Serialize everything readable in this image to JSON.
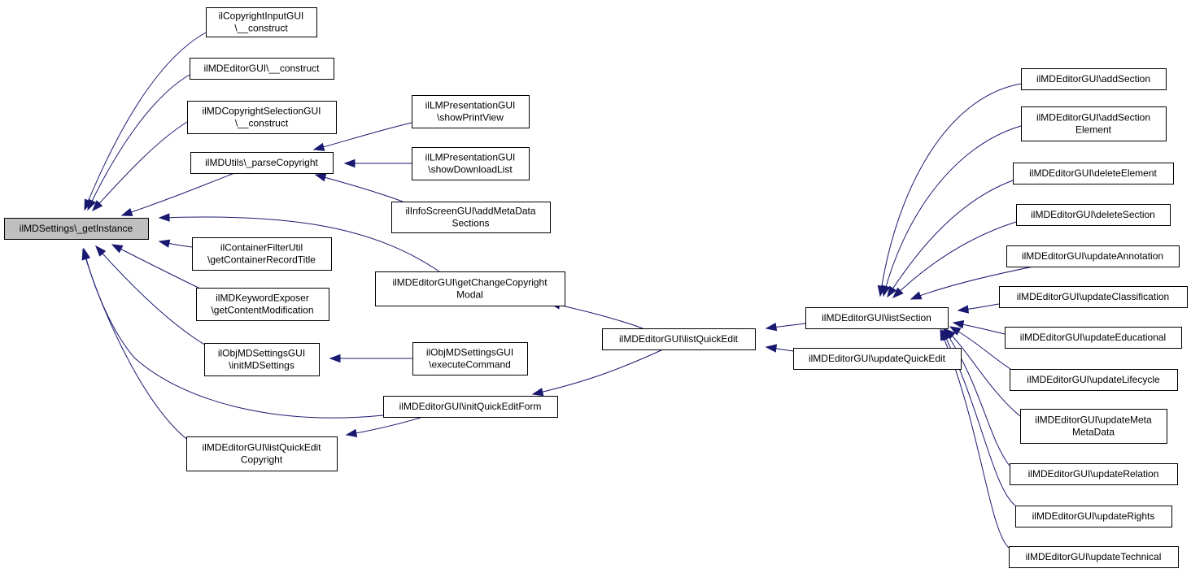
{
  "diagram": {
    "type": "caller-graph",
    "colors": {
      "edge": "#191970",
      "root_fill": "#bfbfbf",
      "node_fill": "#ffffff",
      "node_border": "#000000"
    },
    "nodes": [
      {
        "id": "getInstance",
        "lines": [
          "ilMDSettings\\_getInstance"
        ],
        "root": true
      },
      {
        "id": "copyrightInput",
        "lines": [
          "ilCopyrightInputGUI",
          "\\__construct"
        ]
      },
      {
        "id": "mdEditorConstruct",
        "lines": [
          "ilMDEditorGUI\\__construct"
        ]
      },
      {
        "id": "copyrightSelection",
        "lines": [
          "ilMDCopyrightSelectionGUI",
          "\\__construct"
        ]
      },
      {
        "id": "parseCopyright",
        "lines": [
          "ilMDUtils\\_parseCopyright"
        ]
      },
      {
        "id": "containerFilter",
        "lines": [
          "ilContainerFilterUtil",
          "\\getContainerRecordTitle"
        ]
      },
      {
        "id": "keywordExposer",
        "lines": [
          "ilMDKeywordExposer",
          "\\getContentModification"
        ]
      },
      {
        "id": "objInitMD",
        "lines": [
          "ilObjMDSettingsGUI",
          "\\initMDSettings"
        ]
      },
      {
        "id": "listQuickEditCopyright",
        "lines": [
          "ilMDEditorGUI\\listQuickEdit",
          "Copyright"
        ]
      },
      {
        "id": "showPrintView",
        "lines": [
          "ilLMPresentationGUI",
          "\\showPrintView"
        ]
      },
      {
        "id": "showDownloadList",
        "lines": [
          "ilLMPresentationGUI",
          "\\showDownloadList"
        ]
      },
      {
        "id": "infoScreen",
        "lines": [
          "ilInfoScreenGUI\\addMetaData",
          "Sections"
        ]
      },
      {
        "id": "changeCopyrightModal",
        "lines": [
          "ilMDEditorGUI\\getChangeCopyright",
          "Modal"
        ]
      },
      {
        "id": "executeCommand",
        "lines": [
          "ilObjMDSettingsGUI",
          "\\executeCommand"
        ]
      },
      {
        "id": "initQuickEditForm",
        "lines": [
          "ilMDEditorGUI\\initQuickEditForm"
        ]
      },
      {
        "id": "listQuickEdit",
        "lines": [
          "ilMDEditorGUI\\listQuickEdit"
        ]
      },
      {
        "id": "listSection",
        "lines": [
          "ilMDEditorGUI\\listSection"
        ]
      },
      {
        "id": "updateQuickEdit",
        "lines": [
          "ilMDEditorGUI\\updateQuickEdit"
        ]
      },
      {
        "id": "addSection",
        "lines": [
          "ilMDEditorGUI\\addSection"
        ]
      },
      {
        "id": "addSectionElement",
        "lines": [
          "ilMDEditorGUI\\addSection",
          "Element"
        ]
      },
      {
        "id": "deleteElement",
        "lines": [
          "ilMDEditorGUI\\deleteElement"
        ]
      },
      {
        "id": "deleteSection",
        "lines": [
          "ilMDEditorGUI\\deleteSection"
        ]
      },
      {
        "id": "updateAnnotation",
        "lines": [
          "ilMDEditorGUI\\updateAnnotation"
        ]
      },
      {
        "id": "updateClassification",
        "lines": [
          "ilMDEditorGUI\\updateClassification"
        ]
      },
      {
        "id": "updateEducational",
        "lines": [
          "ilMDEditorGUI\\updateEducational"
        ]
      },
      {
        "id": "updateLifecycle",
        "lines": [
          "ilMDEditorGUI\\updateLifecycle"
        ]
      },
      {
        "id": "updateMetaMetaData",
        "lines": [
          "ilMDEditorGUI\\updateMeta",
          "MetaData"
        ]
      },
      {
        "id": "updateRelation",
        "lines": [
          "ilMDEditorGUI\\updateRelation"
        ]
      },
      {
        "id": "updateRights",
        "lines": [
          "ilMDEditorGUI\\updateRights"
        ]
      },
      {
        "id": "updateTechnical",
        "lines": [
          "ilMDEditorGUI\\updateTechnical"
        ]
      }
    ],
    "edges": [
      {
        "from": "copyrightInput",
        "to": "getInstance"
      },
      {
        "from": "mdEditorConstruct",
        "to": "getInstance"
      },
      {
        "from": "copyrightSelection",
        "to": "getInstance"
      },
      {
        "from": "parseCopyright",
        "to": "getInstance"
      },
      {
        "from": "changeCopyrightModal",
        "to": "getInstance"
      },
      {
        "from": "containerFilter",
        "to": "getInstance"
      },
      {
        "from": "keywordExposer",
        "to": "getInstance"
      },
      {
        "from": "objInitMD",
        "to": "getInstance"
      },
      {
        "from": "initQuickEditForm",
        "to": "getInstance"
      },
      {
        "from": "listQuickEditCopyright",
        "to": "getInstance"
      },
      {
        "from": "showPrintView",
        "to": "parseCopyright"
      },
      {
        "from": "showDownloadList",
        "to": "parseCopyright"
      },
      {
        "from": "infoScreen",
        "to": "parseCopyright"
      },
      {
        "from": "executeCommand",
        "to": "objInitMD"
      },
      {
        "from": "initQuickEditForm",
        "to": "listQuickEditCopyright"
      },
      {
        "from": "listQuickEdit",
        "to": "changeCopyrightModal"
      },
      {
        "from": "listQuickEdit",
        "to": "initQuickEditForm"
      },
      {
        "from": "listSection",
        "to": "listQuickEdit"
      },
      {
        "from": "updateQuickEdit",
        "to": "listQuickEdit"
      },
      {
        "from": "addSection",
        "to": "listSection"
      },
      {
        "from": "addSectionElement",
        "to": "listSection"
      },
      {
        "from": "deleteElement",
        "to": "listSection"
      },
      {
        "from": "deleteSection",
        "to": "listSection"
      },
      {
        "from": "updateAnnotation",
        "to": "listSection"
      },
      {
        "from": "updateClassification",
        "to": "listSection"
      },
      {
        "from": "updateEducational",
        "to": "listSection"
      },
      {
        "from": "updateLifecycle",
        "to": "listSection"
      },
      {
        "from": "updateMetaMetaData",
        "to": "listSection"
      },
      {
        "from": "updateRelation",
        "to": "listSection"
      },
      {
        "from": "updateRights",
        "to": "listSection"
      },
      {
        "from": "updateTechnical",
        "to": "listSection"
      }
    ]
  }
}
